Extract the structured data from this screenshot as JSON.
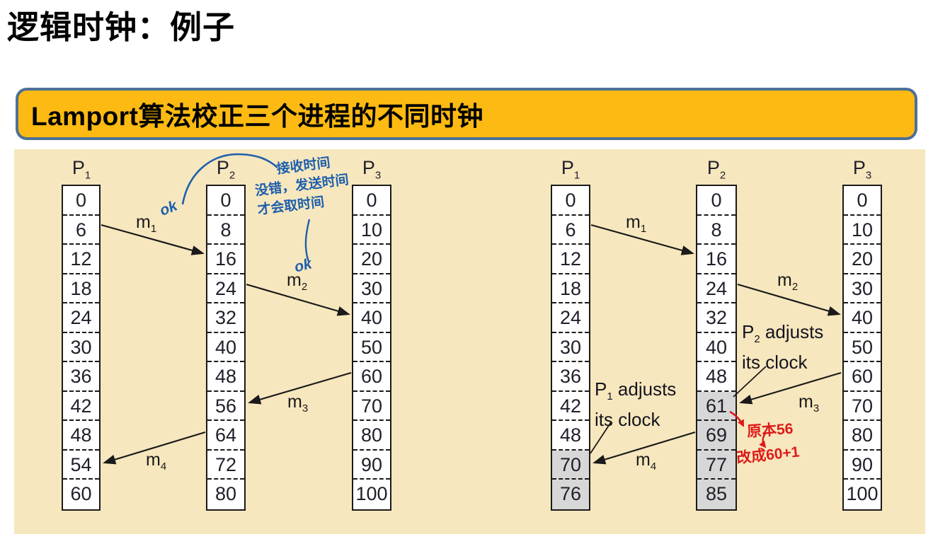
{
  "page": {
    "title": "逻辑时钟：例子"
  },
  "banner": {
    "text": "Lamport算法校正三个进程的不同时钟"
  },
  "colors": {
    "banner_bg": "#FCBA12",
    "banner_border": "#4E7096",
    "panel_bg": "#F7E7BE",
    "cell_highlight": "#D7D7D7",
    "annotation_blue": "#1D5FAD",
    "annotation_red": "#DF1A1A",
    "ink": "#1A1A1A"
  },
  "diagram_before": {
    "columns": [
      {
        "label": "P",
        "sub": "1",
        "values": [
          "0",
          "6",
          "12",
          "18",
          "24",
          "30",
          "36",
          "42",
          "48",
          "54",
          "60"
        ],
        "highlighted": []
      },
      {
        "label": "P",
        "sub": "2",
        "values": [
          "0",
          "8",
          "16",
          "24",
          "32",
          "40",
          "48",
          "56",
          "64",
          "72",
          "80"
        ],
        "highlighted": []
      },
      {
        "label": "P",
        "sub": "3",
        "values": [
          "0",
          "10",
          "20",
          "30",
          "40",
          "50",
          "60",
          "70",
          "80",
          "90",
          "100"
        ],
        "highlighted": []
      }
    ],
    "messages": [
      {
        "label": "m",
        "sub": "1"
      },
      {
        "label": "m",
        "sub": "2"
      },
      {
        "label": "m",
        "sub": "3"
      },
      {
        "label": "m",
        "sub": "4"
      }
    ]
  },
  "diagram_after": {
    "columns": [
      {
        "label": "P",
        "sub": "1",
        "values": [
          "0",
          "6",
          "12",
          "18",
          "24",
          "30",
          "36",
          "42",
          "48",
          "70",
          "76"
        ],
        "highlighted": [
          9,
          10
        ]
      },
      {
        "label": "P",
        "sub": "2",
        "values": [
          "0",
          "8",
          "16",
          "24",
          "32",
          "40",
          "48",
          "61",
          "69",
          "77",
          "85"
        ],
        "highlighted": [
          7,
          8,
          9,
          10
        ]
      },
      {
        "label": "P",
        "sub": "3",
        "values": [
          "0",
          "10",
          "20",
          "30",
          "40",
          "50",
          "60",
          "70",
          "80",
          "90",
          "100"
        ],
        "highlighted": []
      }
    ],
    "messages": [
      {
        "label": "m",
        "sub": "1"
      },
      {
        "label": "m",
        "sub": "2"
      },
      {
        "label": "m",
        "sub": "3"
      },
      {
        "label": "m",
        "sub": "4"
      }
    ],
    "callouts": [
      {
        "p": "P",
        "sub": "2",
        "rest": " adjusts",
        "line2": "its clock"
      },
      {
        "p": "P",
        "sub": "1",
        "rest": " adjusts",
        "line2": "its clock"
      }
    ]
  },
  "annotations": {
    "blue_note": {
      "line1": "接收时间",
      "line2": "没错，发送时间",
      "line3": "才会取时间",
      "ok1": "ok",
      "ok2": "ok"
    },
    "red_note": {
      "line1": "原本56",
      "line2": "改成60+1"
    }
  }
}
